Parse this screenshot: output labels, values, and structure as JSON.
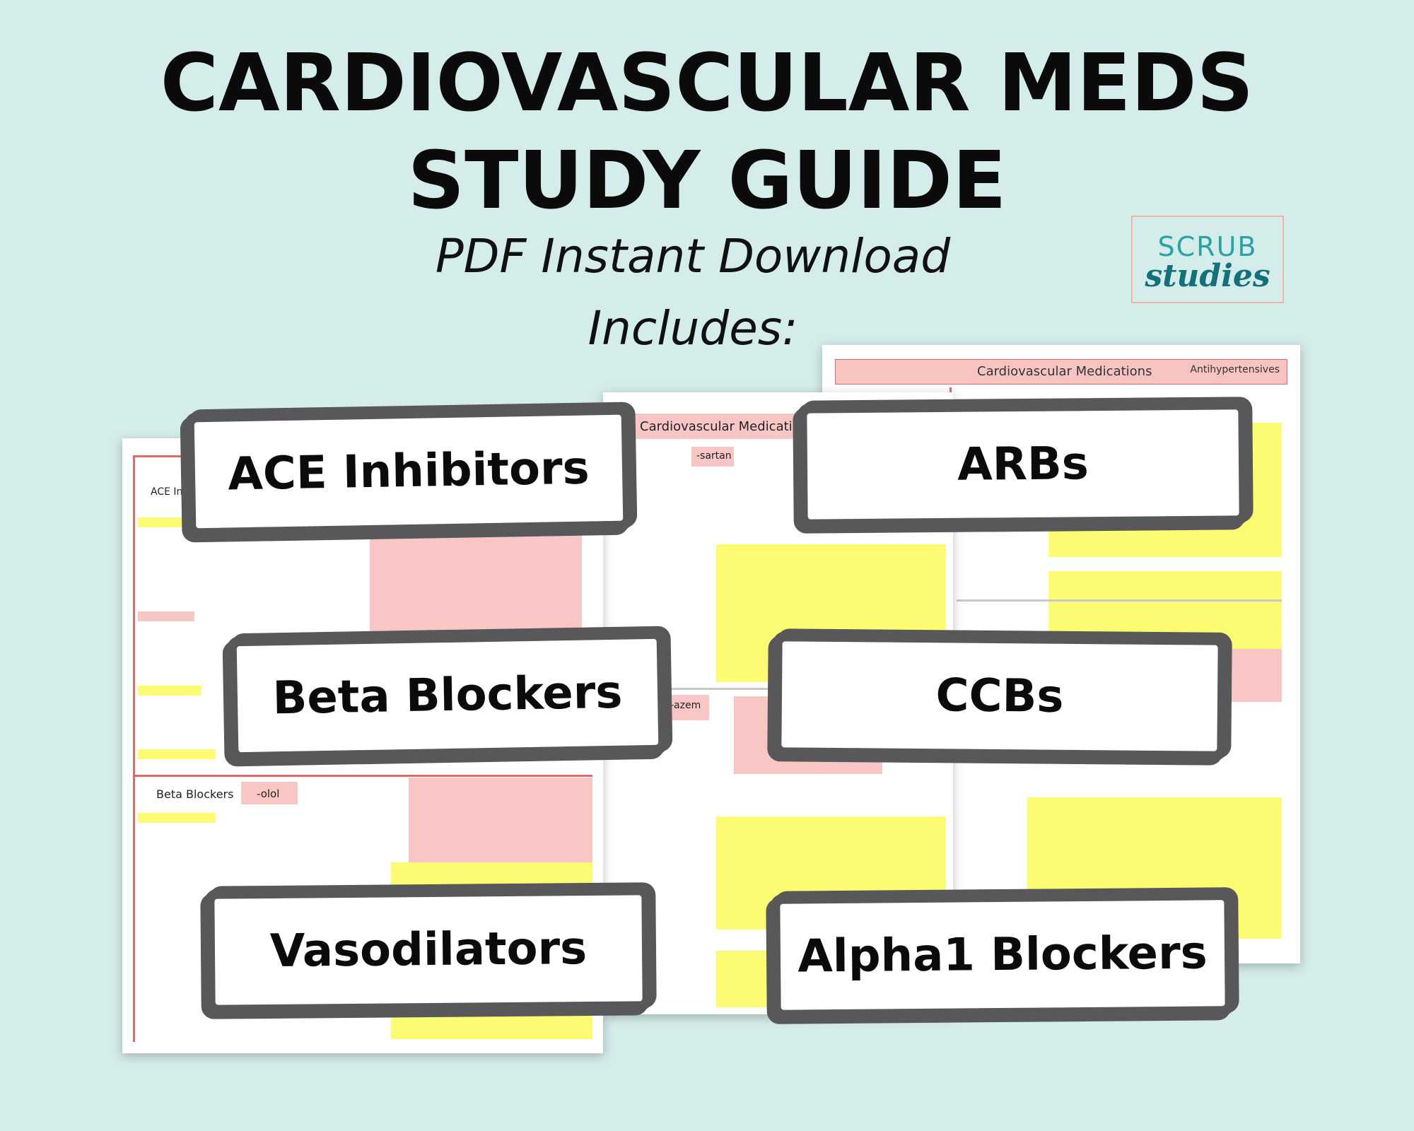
{
  "header": {
    "title_line1": "CARDIOVASCULAR MEDS",
    "title_line2": "STUDY GUIDE",
    "subtitle": "PDF Instant Download",
    "includes": "Includes:"
  },
  "logo": {
    "line1": "SCRUB",
    "line2": "studies"
  },
  "sheets": {
    "back_header": "Cardiovascular Medications",
    "back_tag": "Antihypertensives",
    "middle_header": "Cardiovascular Medications",
    "front_section_1": "ACE Inhibitors",
    "front_section_2": "Beta Blockers",
    "front_tag_2": "-olol",
    "middle_tag": "-sartan",
    "middle_tag_2": "-azem"
  },
  "labels": [
    "ACE Inhibitors",
    "ARBs",
    "Beta Blockers",
    "CCBs",
    "Vasodilators",
    "Alpha1 Blockers"
  ]
}
